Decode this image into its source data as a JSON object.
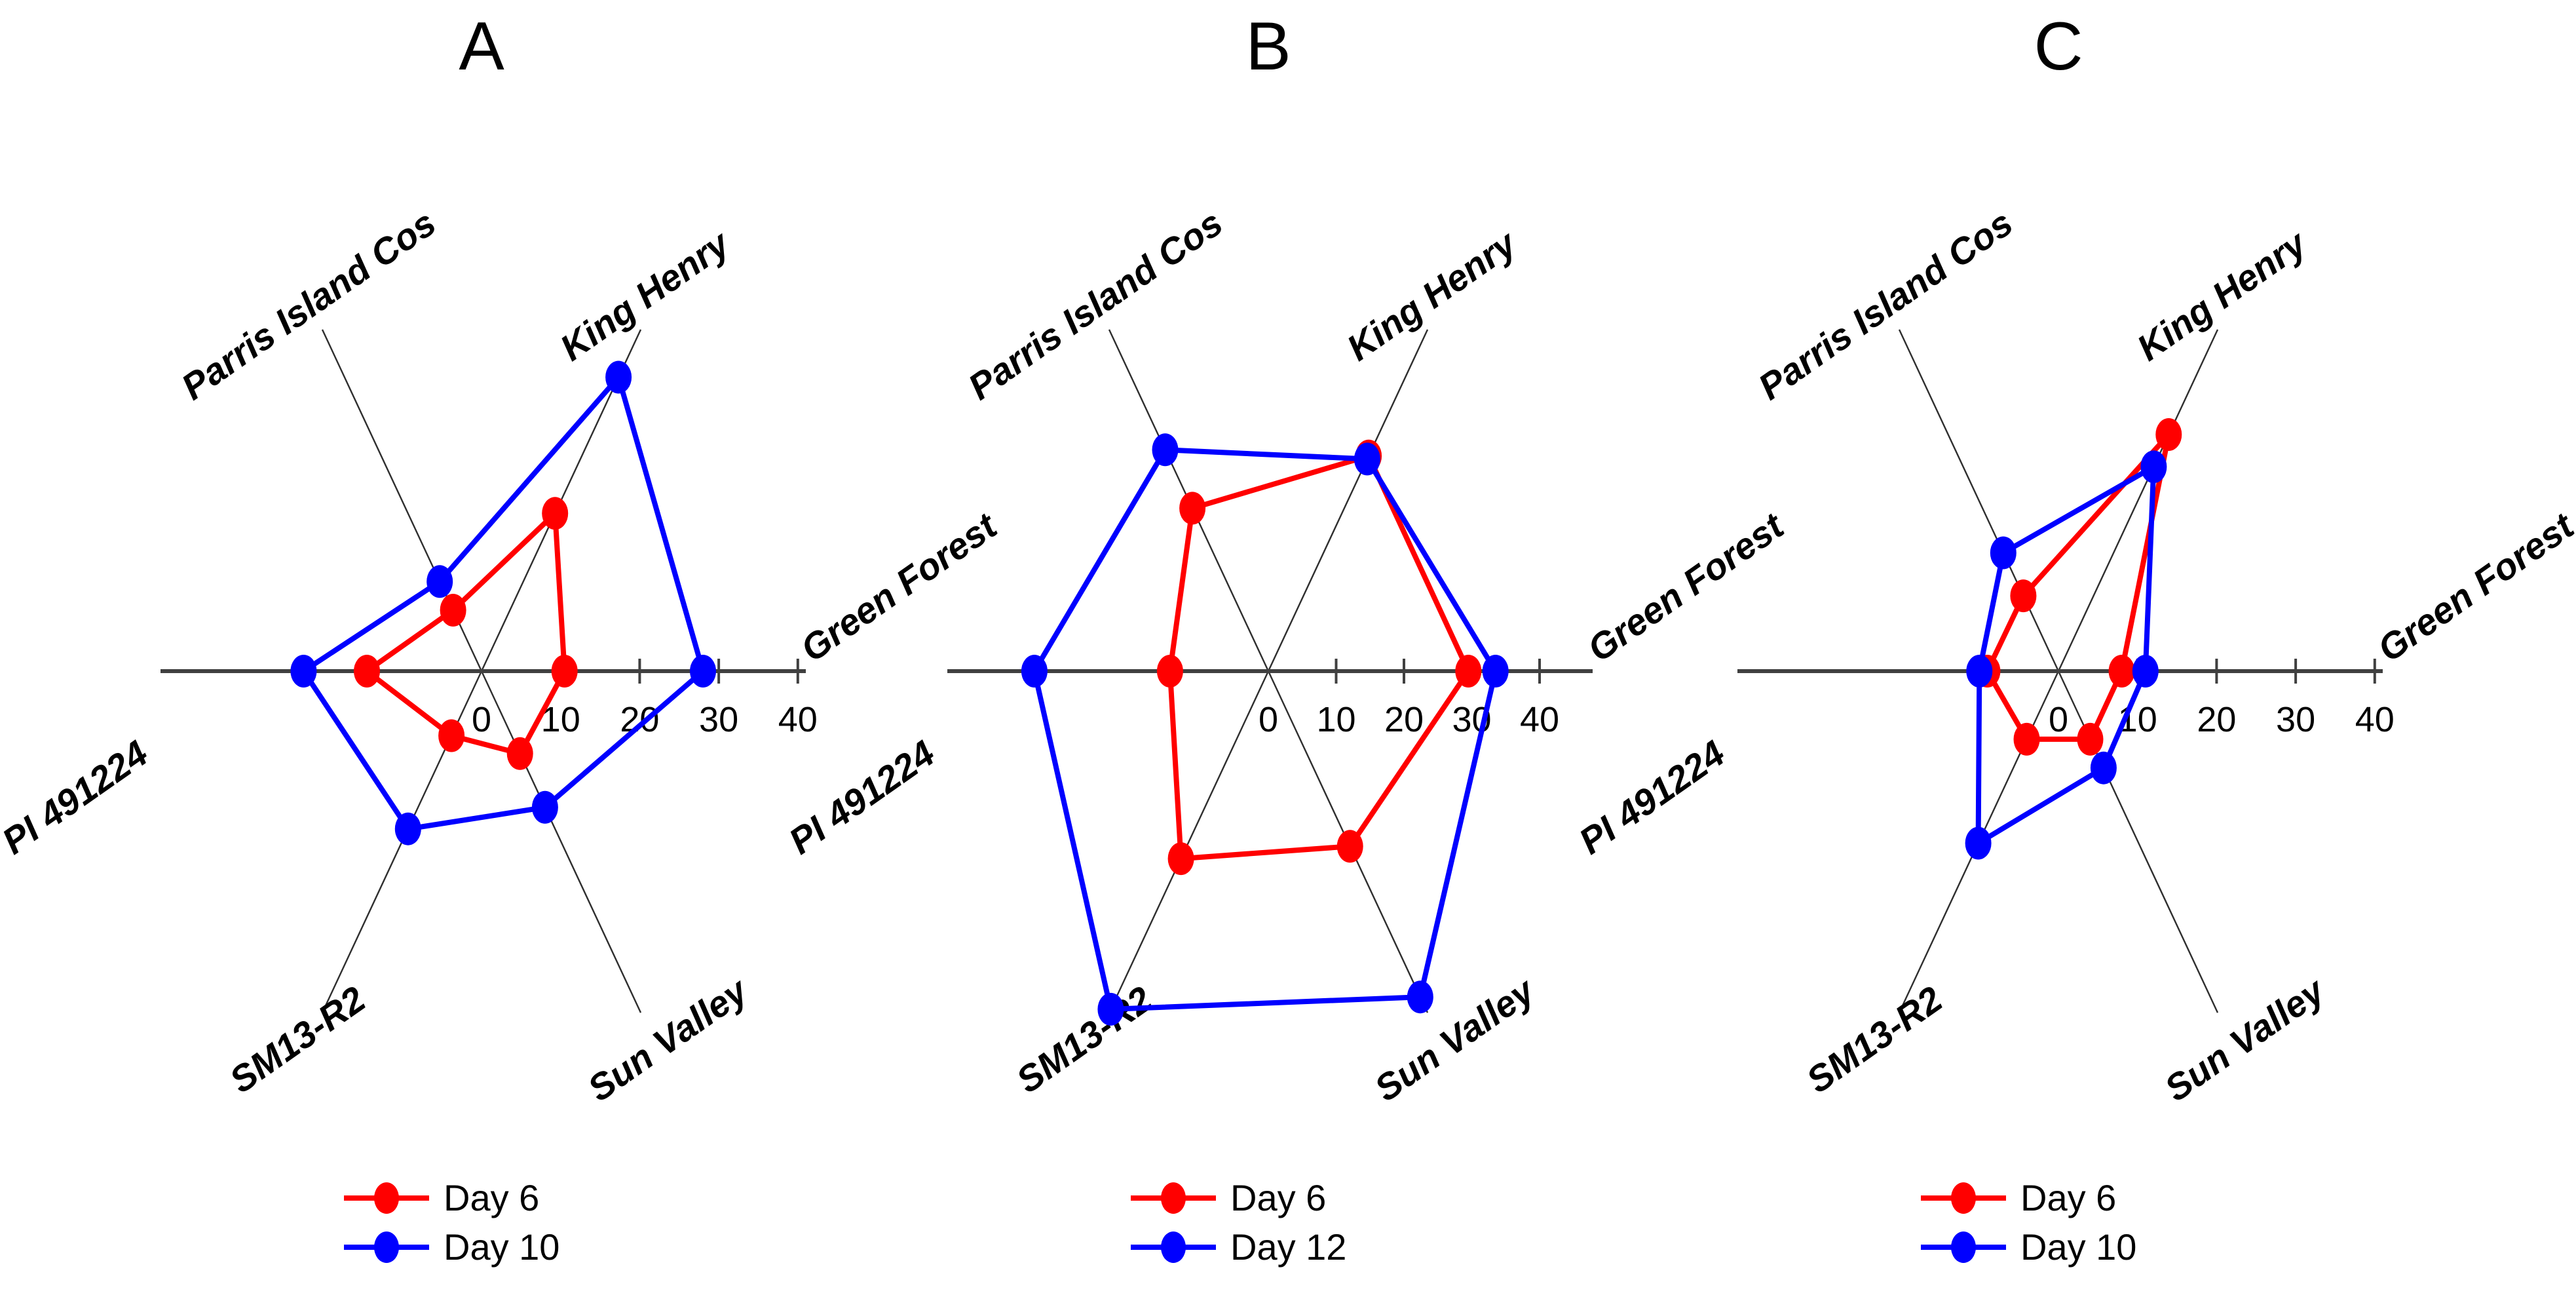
{
  "figure": {
    "type": "radar-panel-figure",
    "background": "#ffffff",
    "text_color": "#000000"
  },
  "axes": {
    "categories": [
      "Green Forest",
      "King Henry",
      "Parris Island Cos",
      "PI 491224",
      "SM13-R2",
      "Sun Valley"
    ],
    "angles_deg": [
      0,
      65,
      115,
      180,
      245,
      295
    ],
    "tick_labels": [
      "0",
      "10",
      "20",
      "30",
      "40"
    ],
    "tick_values": [
      0,
      10,
      20,
      30,
      40
    ],
    "axis_range": [
      0,
      40
    ],
    "grid": "spokes-only"
  },
  "colors": {
    "day6": "#ff0000",
    "day_late": "#0000ff",
    "axis_line": "#404040",
    "spoke_line": "#2e2e2e"
  },
  "chart_data": [
    {
      "type": "radar",
      "title": "A",
      "categories": [
        "Green Forest",
        "King Henry",
        "Parris Island Cos",
        "PI 491224",
        "SM13-R2",
        "Sun Valley"
      ],
      "axis_range": [
        0,
        40
      ],
      "legend_position": "bottom",
      "series": [
        {
          "name": "Day 6",
          "color": "#ff0000",
          "values": [
            10.5,
            22,
            8.5,
            14.5,
            9,
            11.5
          ]
        },
        {
          "name": "Day 10",
          "color": "#0000ff",
          "values": [
            28,
            41,
            12.5,
            22.5,
            22,
            19
          ]
        }
      ]
    },
    {
      "type": "radar",
      "title": "B",
      "categories": [
        "Green Forest",
        "King Henry",
        "Parris Island Cos",
        "PI 491224",
        "SM13-R2",
        "Sun Valley"
      ],
      "axis_range": [
        0,
        40
      ],
      "legend_position": "bottom",
      "series": [
        {
          "name": "Day 6",
          "color": "#ff0000",
          "values": [
            29.5,
            35,
            26.5,
            14.5,
            30.5,
            28.5
          ]
        },
        {
          "name": "Day 12",
          "color": "#0000ff",
          "values": [
            33.5,
            34.5,
            36,
            34.5,
            55,
            53
          ]
        }
      ]
    },
    {
      "type": "radar",
      "title": "C",
      "categories": [
        "Green Forest",
        "King Henry",
        "Parris Island Cos",
        "PI 491224",
        "SM13-R2",
        "Sun Valley"
      ],
      "axis_range": [
        0,
        40
      ],
      "legend_position": "bottom",
      "series": [
        {
          "name": "Day 6",
          "color": "#ff0000",
          "values": [
            8,
            33,
            10.5,
            9,
            9.5,
            9.5
          ]
        },
        {
          "name": "Day 10",
          "color": "#0000ff",
          "values": [
            11,
            28.5,
            16.5,
            10,
            24,
            13.5
          ]
        }
      ]
    }
  ]
}
